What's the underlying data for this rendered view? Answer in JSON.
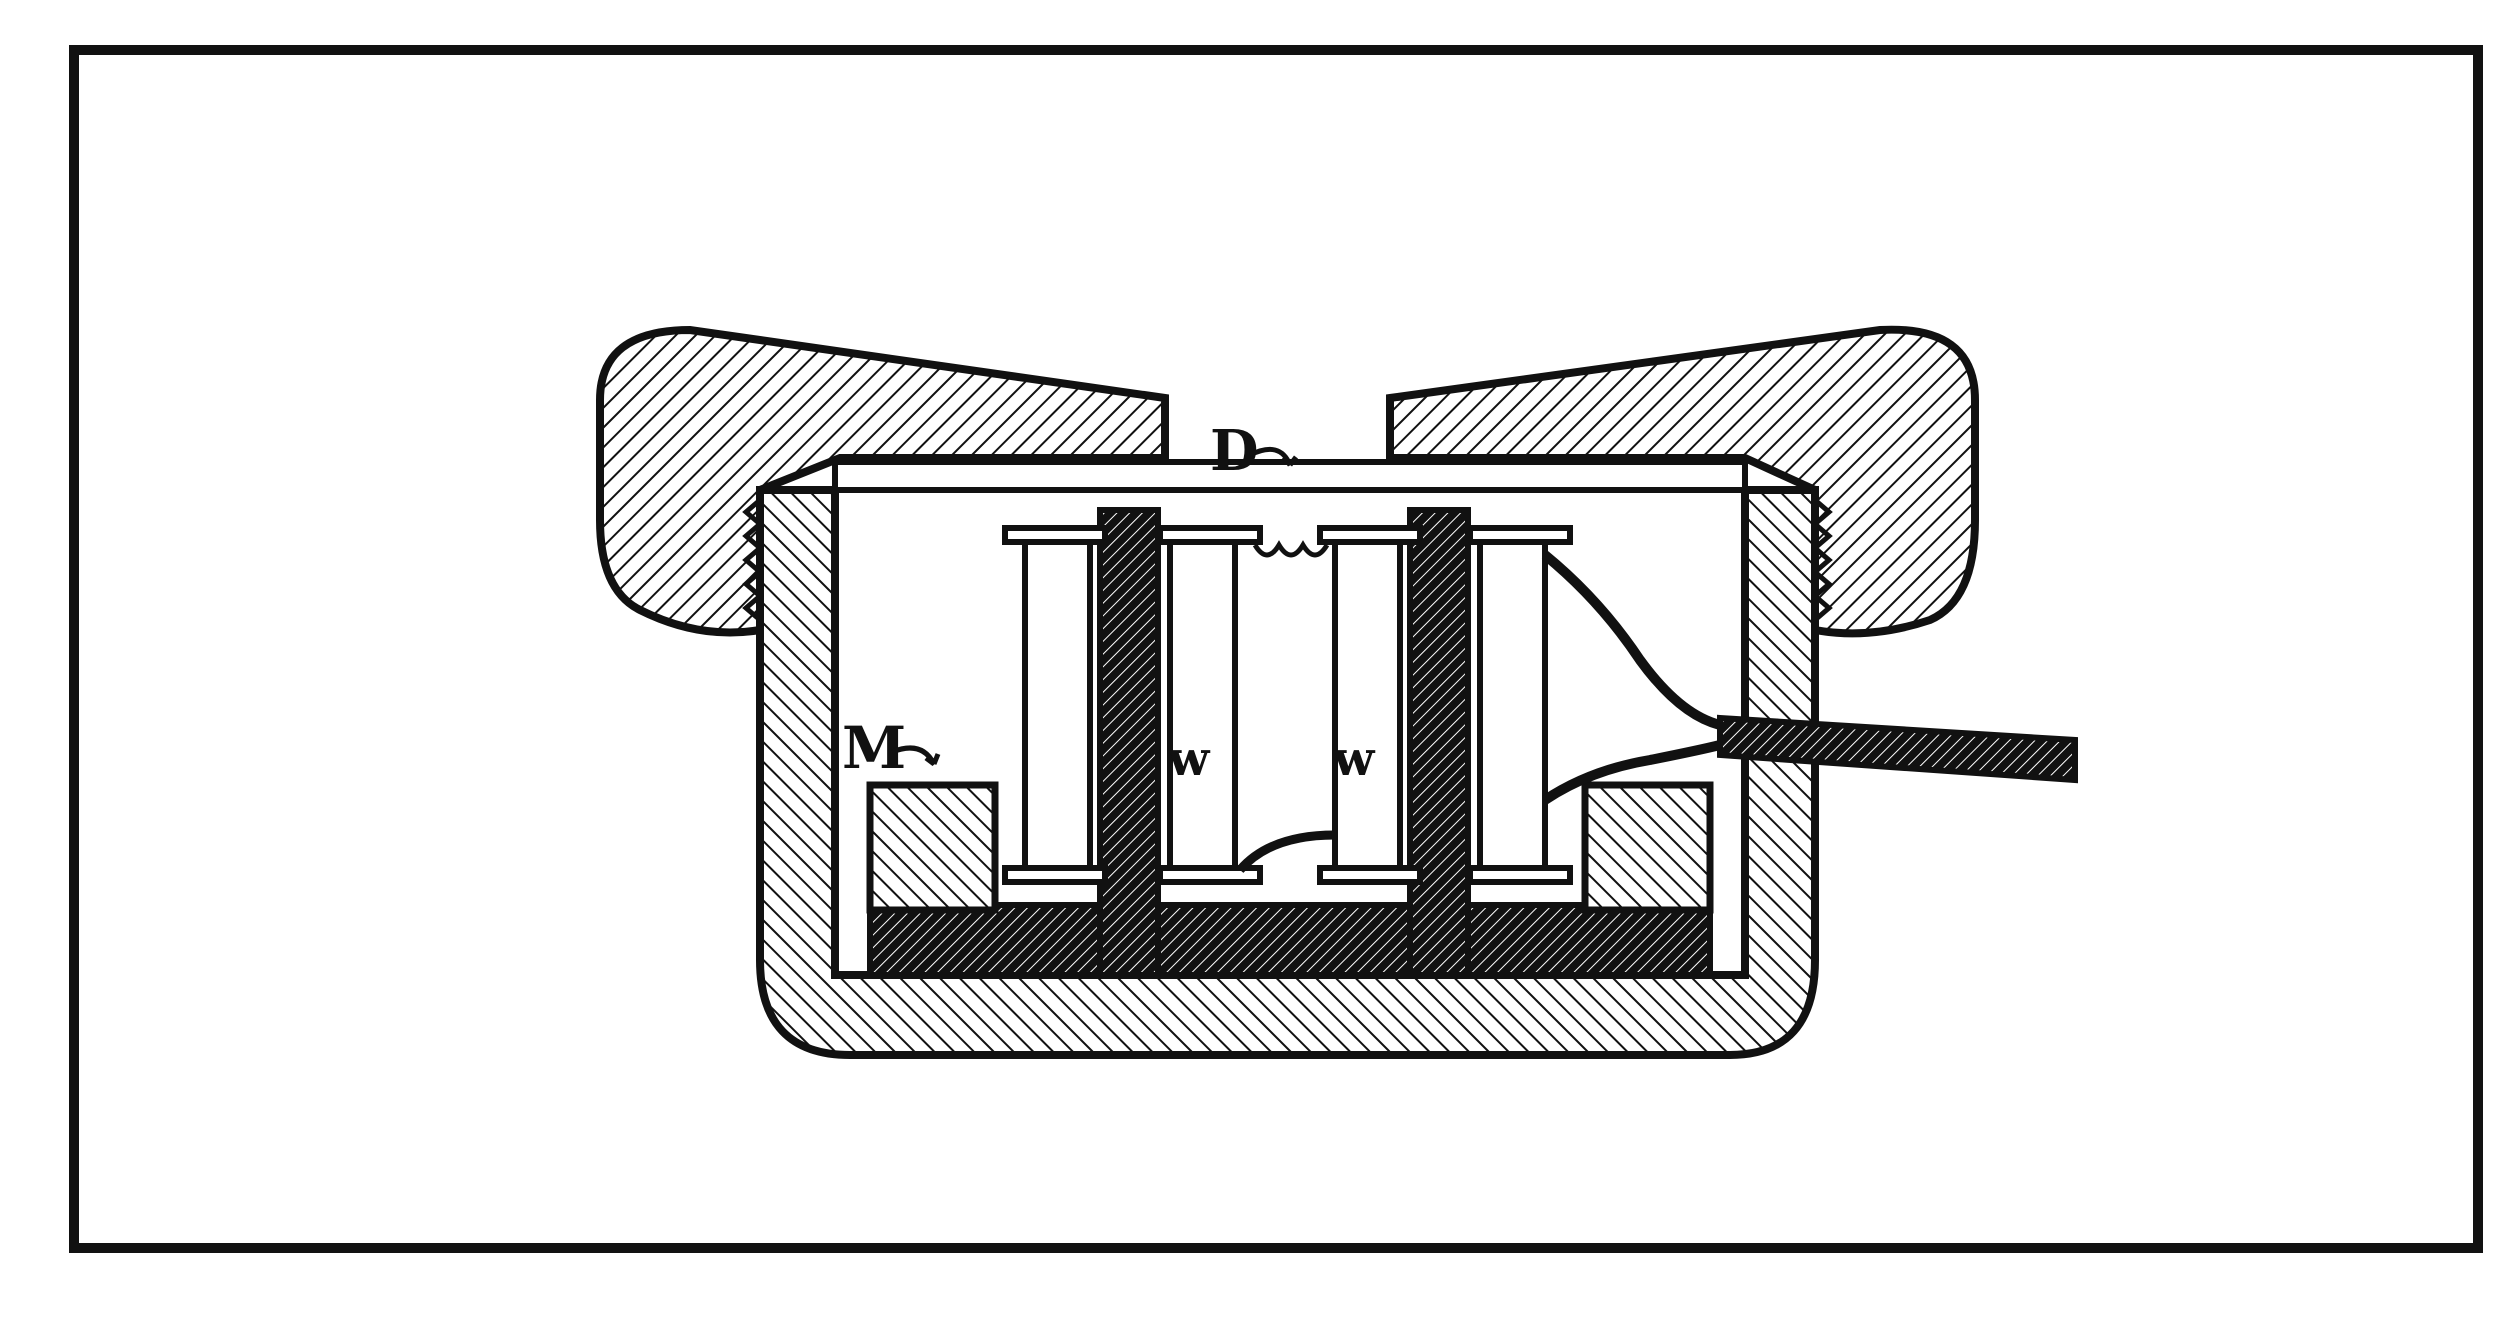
{
  "figure": {
    "labels": {
      "diaphragm": "D",
      "magnet": "M",
      "winding_left": "w",
      "winding_right": "w"
    },
    "colors": {
      "ink": "#111111",
      "paper": "#ffffff"
    }
  }
}
